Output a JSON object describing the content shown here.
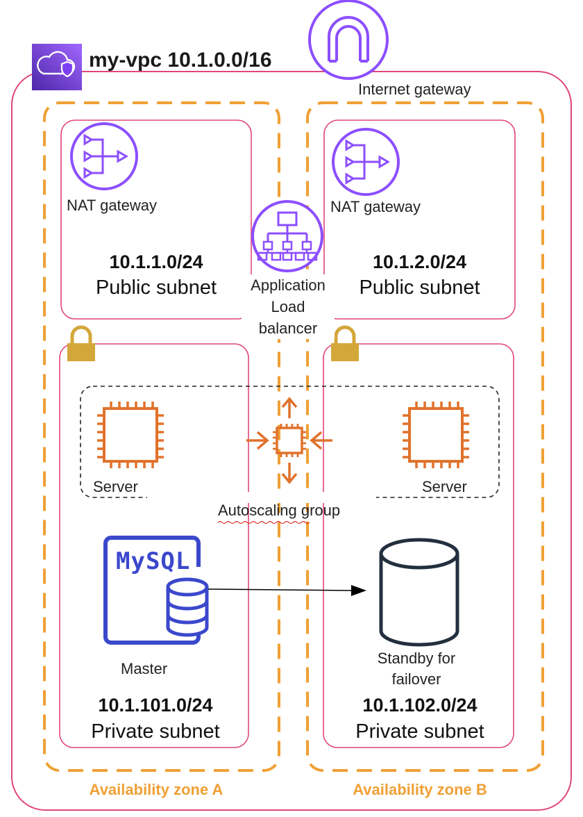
{
  "vpc": {
    "title": "my-vpc 10.1.0.0/16"
  },
  "internet_gateway": {
    "label": "Internet gateway"
  },
  "load_balancer": {
    "label_lines": [
      "Application",
      "Load",
      "balancer"
    ]
  },
  "autoscaling_group": {
    "label": "Autoscaling group"
  },
  "zones": [
    {
      "label": "Availability zone A",
      "public_subnet": {
        "nat_label": "NAT gateway",
        "cidr": "10.1.1.0/24",
        "name": "Public subnet"
      },
      "private_subnet": {
        "server_label": "Server",
        "db_label": "Master",
        "db_logo": "MySQL",
        "cidr": "10.1.101.0/24",
        "name": "Private subnet"
      }
    },
    {
      "label": "Availability zone B",
      "public_subnet": {
        "nat_label": "NAT gateway",
        "cidr": "10.1.2.0/24",
        "name": "Public subnet"
      },
      "private_subnet": {
        "server_label": "Server",
        "db_label_lines": [
          "Standby for",
          "failover"
        ],
        "cidr": "10.1.102.0/24",
        "name": "Private subnet"
      }
    }
  ],
  "colors": {
    "vpc_border": "#e0457b",
    "zone_border": "#f0a035",
    "icon_purple": "#8c4fff",
    "compute_orange": "#e0722c",
    "mysql_blue": "#3b48cc",
    "lock_gold": "#d4a73a"
  }
}
